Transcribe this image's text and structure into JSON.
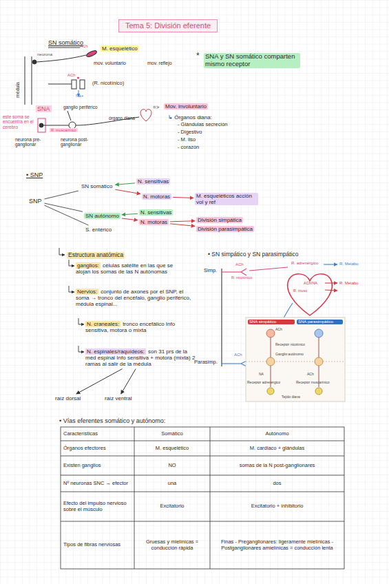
{
  "diagram": {
    "title": "Tema 5: División eferente",
    "nodes": [
      {
        "text": [
          "M. esquelético"
        ]
      },
      {
        "text": [
          "SNA y SN somático comparten mismo receptor"
        ]
      },
      {
        "text": [
          "Mov. involuntario"
        ]
      },
      {
        "text": [
          "SNP"
        ]
      },
      {
        "text": [
          "SN somático"
        ]
      },
      {
        "text": [
          "N. sensitivas"
        ]
      },
      {
        "text": [
          "N. motoras"
        ]
      },
      {
        "text": [
          "M. esqueléticos acción vol y ref"
        ]
      },
      {
        "text": [
          "SN autónomo"
        ]
      },
      {
        "text": [
          "N. sensitivas"
        ]
      },
      {
        "text": [
          "N. motoras"
        ]
      },
      {
        "text": [
          "División simpática"
        ]
      },
      {
        "text": [
          "División parasimpática"
        ]
      },
      {
        "text": [
          "S. entérico"
        ]
      },
      {
        "text": [
          "Estructura anatómica"
        ]
      },
      {
        "text": [
          "ganglios:",
          "células satélite en las que se alojan los somas de las N autónomas"
        ]
      },
      {
        "text": [
          "Nervios:",
          "conjunto de axones por el SNP, el soma → tronco del encéfalo, ganglio periférico, médula espinal..."
        ]
      },
      {
        "text": [
          "N. craneales:",
          "tronco encefálico Info sensitiva, motora o mixta"
        ]
      },
      {
        "text": [
          "N. espinales/raquídeos:",
          "son 31 prs de la méd espinal Info sensitiva + motora (mixta) 2 ramas al salir de la médula"
        ]
      },
      {
        "text": [
          "raíz dorsal"
        ]
      },
      {
        "text": [
          "raíz ventral"
        ]
      },
      {
        "text": [
          "SNA simpático"
        ]
      },
      {
        "text": [
          "SNA parasimpático"
        ]
      }
    ],
    "edges": [
      {
        "from": 3,
        "to": 4,
        "arrow": "none"
      },
      {
        "from": 3,
        "to": 8,
        "arrow": "none"
      },
      {
        "from": 3,
        "to": 13,
        "arrow": "none"
      },
      {
        "from": 5,
        "to": 4,
        "arrow": "to"
      },
      {
        "from": 4,
        "to": 6,
        "arrow": "to"
      },
      {
        "from": 6,
        "to": 7,
        "arrow": "to"
      },
      {
        "from": 9,
        "to": 8,
        "arrow": "to"
      },
      {
        "from": 8,
        "to": 10,
        "arrow": "to"
      },
      {
        "from": 10,
        "to": 11,
        "arrow": "to"
      },
      {
        "from": 10,
        "to": 12,
        "arrow": "to"
      },
      {
        "from": 18,
        "to": 19,
        "arrow": "to"
      },
      {
        "from": 18,
        "to": 20,
        "arrow": "to"
      }
    ],
    "labels": [
      "SN somático",
      "médula",
      "neurona",
      "ACh",
      "mov. voluntario",
      "mov. reflejo",
      "*",
      "ACh",
      "(R. nicotínico)",
      "Na+",
      "SNA",
      "ganglio periférico",
      "órgano diana",
      "=>",
      "este soma se encuentra en el cerebro",
      "R. muscarínico",
      "neurona pre-ganglionar",
      "neurona post-ganglionar",
      "↳ Órganos diana:",
      "- Glándulas secreción",
      "- Digestivo",
      "- M. liso",
      "- corazón",
      "• SNP",
      "• SN simpático y SN parasimpático",
      "Simp.",
      "ACh",
      "R. nicotínico",
      "R. adrenérgico",
      "R. Metabo",
      "ACh/NA",
      "R. musc",
      "R. Metabo",
      "Parasimp.",
      "ACh",
      "ACh",
      "Receptor nicotínico",
      "Ganglio autónomo",
      "NA",
      "ACh",
      "Receptor adrenérgico",
      "Receptor muscarínico",
      "Tejido diana",
      "• Vías eferentes somático y autónomo:",
      "Características",
      "Somático",
      "Autónomo",
      "Órganos efectores",
      "M. esquelético",
      "M. cardiaco + glándulas",
      "Existen ganglios",
      "NO",
      "somas de la N post-ganglionares",
      "Nº neuronas SNC → efector",
      "una",
      "dos",
      "Efecto del impulso nervioso sobre el músculo",
      "Excitatorio",
      "Excitatorio + inhibitorio",
      "Tipos de fibras nerviosas",
      "Gruesas y mielínicas = conducción rápida",
      "Finas - Preganglionares: ligeramente mielínicas - Postganglionares amielínicas = conducción lenta"
    ]
  }
}
